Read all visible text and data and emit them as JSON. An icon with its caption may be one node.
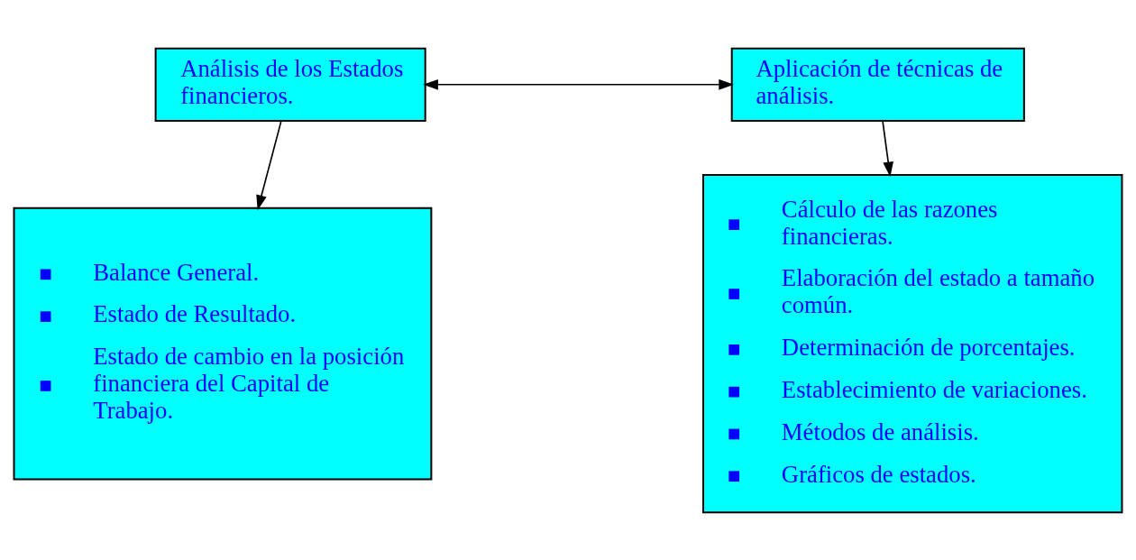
{
  "diagram": {
    "nodes": [
      {
        "text": [
          "Análisis de los Estados financieros."
        ]
      },
      {
        "text": [
          "Aplicación de técnicas de análisis."
        ]
      },
      {
        "text": [
          "Balance General.",
          "Estado de Resultado.",
          "Estado de cambio en la posición financiera del Capital de Trabajo."
        ]
      },
      {
        "text": [
          "Cálculo de las razones financieras.",
          "Elaboración del estado a tamaño común.",
          "Determinación de porcentajes.",
          "Establecimiento de variaciones.",
          "Métodos de análisis.",
          "Gráficos de estados."
        ]
      }
    ],
    "edges": [
      {
        "from": 0,
        "to": 1,
        "arrow": "both"
      },
      {
        "from": 0,
        "to": 2,
        "arrow": "to"
      },
      {
        "from": 1,
        "to": 3,
        "arrow": "to"
      }
    ]
  }
}
